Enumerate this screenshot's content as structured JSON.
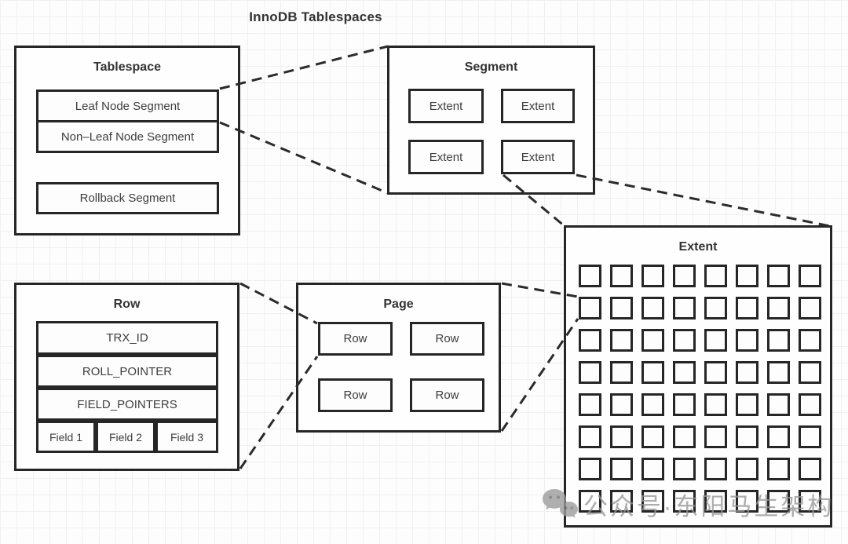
{
  "diagram_title": "InnoDB Tablespaces",
  "tablespace": {
    "title": "Tablespace",
    "items": [
      "Leaf Node Segment",
      "Non–Leaf Node Segment",
      "Rollback Segment"
    ]
  },
  "segment": {
    "title": "Segment",
    "extents": [
      "Extent",
      "Extent",
      "Extent",
      "Extent"
    ]
  },
  "extent": {
    "title": "Extent",
    "page_rows": 8,
    "page_cols": 8
  },
  "page": {
    "title": "Page",
    "rows": [
      "Row",
      "Row",
      "Row",
      "Row"
    ]
  },
  "row": {
    "title": "Row",
    "fields": [
      "TRX_ID",
      "ROLL_POINTER",
      "FIELD_POINTERS"
    ],
    "subfields": [
      "Field 1",
      "Field 2",
      "Field 3"
    ]
  },
  "watermark": {
    "icon": "wechat-icon",
    "text": "公众号·东阳马生架构"
  },
  "colors": {
    "line": "#2b2b2b",
    "grid": "#f0f0f0",
    "text": "#333333",
    "watermark": "#969696"
  }
}
